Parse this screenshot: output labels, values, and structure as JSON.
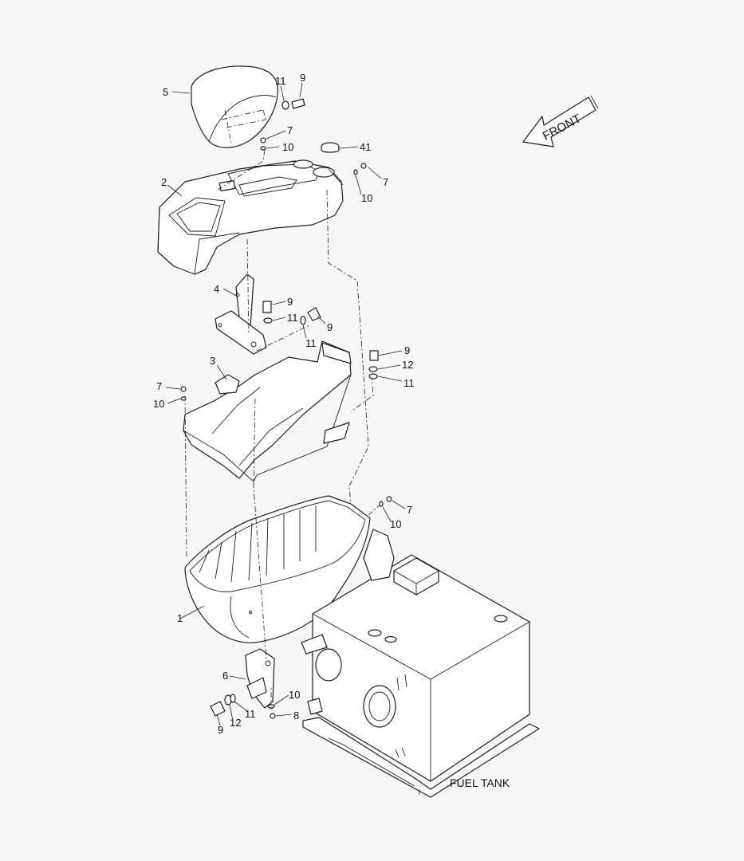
{
  "front_label": "FRONT",
  "fuel_tank_label": "FUEL TANK",
  "callouts": [
    {
      "text": "5"
    },
    {
      "text": "11"
    },
    {
      "text": "9"
    },
    {
      "text": "7"
    },
    {
      "text": "10"
    },
    {
      "text": "41"
    },
    {
      "text": "7"
    },
    {
      "text": "10"
    },
    {
      "text": "2"
    },
    {
      "text": "4"
    },
    {
      "text": "9"
    },
    {
      "text": "11"
    },
    {
      "text": "11"
    },
    {
      "text": "9"
    },
    {
      "text": "9"
    },
    {
      "text": "12"
    },
    {
      "text": "11"
    },
    {
      "text": "3"
    },
    {
      "text": "7"
    },
    {
      "text": "10"
    },
    {
      "text": "7"
    },
    {
      "text": "10"
    },
    {
      "text": "1"
    },
    {
      "text": "6"
    },
    {
      "text": "10"
    },
    {
      "text": "8"
    },
    {
      "text": "11"
    },
    {
      "text": "12"
    },
    {
      "text": "9"
    }
  ]
}
